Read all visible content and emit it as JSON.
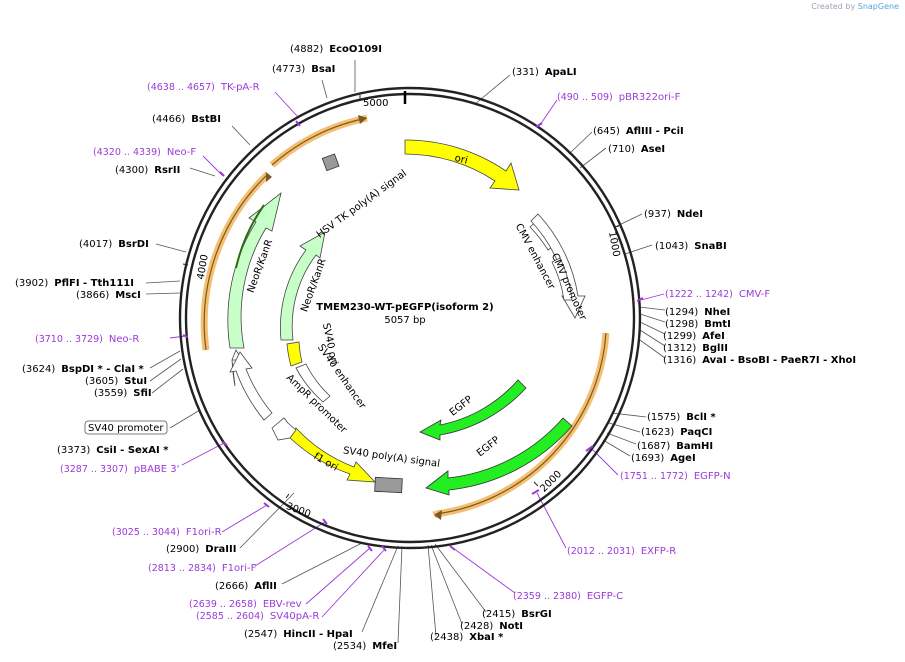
{
  "credit": {
    "prefix": "Created by",
    "brand": "SnapGene"
  },
  "map": {
    "name": "TMEM230-WT-pEGFP(isoform 2)",
    "length_label": "5057 bp",
    "length": 5057,
    "ticks": [
      "1000",
      "2000",
      "3000",
      "4000",
      "5000"
    ]
  },
  "enzymes": [
    {
      "id": "e0",
      "pos": "(4882)",
      "name": "EcoO109I"
    },
    {
      "id": "e1",
      "pos": "(4773)",
      "name": "BsaI"
    },
    {
      "id": "e2",
      "pos": "(4466)",
      "name": "BstBI"
    },
    {
      "id": "e3",
      "pos": "(4300)",
      "name": "RsrII"
    },
    {
      "id": "e4",
      "pos": "(4017)",
      "name": "BsrDI"
    },
    {
      "id": "e5",
      "pos": "(3902)",
      "name": "PflFI - Tth111I"
    },
    {
      "id": "e6",
      "pos": "(3866)",
      "name": "MscI"
    },
    {
      "id": "e7",
      "pos": "(3624)",
      "name": "BspDI * - ClaI *"
    },
    {
      "id": "e8",
      "pos": "(3605)",
      "name": "StuI"
    },
    {
      "id": "e9",
      "pos": "(3559)",
      "name": "SfiI"
    },
    {
      "id": "e10",
      "pos": "(3373)",
      "name": "CsiI - SexAI *"
    },
    {
      "id": "e11",
      "pos": "(2900)",
      "name": "DraIII"
    },
    {
      "id": "e12",
      "pos": "(2666)",
      "name": "AflII"
    },
    {
      "id": "e13",
      "pos": "(2547)",
      "name": "HincII - HpaI"
    },
    {
      "id": "e14",
      "pos": "(2534)",
      "name": "MfeI"
    },
    {
      "id": "e15",
      "pos": "(2438)",
      "name": "XbaI *"
    },
    {
      "id": "e16",
      "pos": "(2428)",
      "name": "NotI"
    },
    {
      "id": "e17",
      "pos": "(2415)",
      "name": "BsrGI"
    },
    {
      "id": "e18",
      "pos": "(1693)",
      "name": "AgeI"
    },
    {
      "id": "e19",
      "pos": "(1687)",
      "name": "BamHI"
    },
    {
      "id": "e20",
      "pos": "(1623)",
      "name": "PaqCI"
    },
    {
      "id": "e21",
      "pos": "(1575)",
      "name": "BclI *"
    },
    {
      "id": "e22",
      "pos": "(1316)",
      "name": "AvaI - BsoBI - PaeR7I - XhoI"
    },
    {
      "id": "e23",
      "pos": "(1312)",
      "name": "BglII"
    },
    {
      "id": "e24",
      "pos": "(1299)",
      "name": "AfeI"
    },
    {
      "id": "e25",
      "pos": "(1298)",
      "name": "BmtI"
    },
    {
      "id": "e26",
      "pos": "(1294)",
      "name": "NheI"
    },
    {
      "id": "e27",
      "pos": "(1043)",
      "name": "SnaBI"
    },
    {
      "id": "e28",
      "pos": "(937)",
      "name": "NdeI"
    },
    {
      "id": "e29",
      "pos": "(710)",
      "name": "AseI"
    },
    {
      "id": "e30",
      "pos": "(645)",
      "name": "AflIII - PciI"
    },
    {
      "id": "e31",
      "pos": "(331)",
      "name": "ApaLI"
    }
  ],
  "primers": [
    {
      "id": "p0",
      "range": "(4638 .. 4657)",
      "name": "TK-pA-R"
    },
    {
      "id": "p1",
      "range": "(4320 .. 4339)",
      "name": "Neo-F"
    },
    {
      "id": "p2",
      "range": "(3710 .. 3729)",
      "name": "Neo-R"
    },
    {
      "id": "p3",
      "range": "(3287 .. 3307)",
      "name": "pBABE 3'"
    },
    {
      "id": "p4",
      "range": "(3025 .. 3044)",
      "name": "F1ori-R"
    },
    {
      "id": "p5",
      "range": "(2813 .. 2834)",
      "name": "F1ori-F"
    },
    {
      "id": "p6",
      "range": "(2639 .. 2658)",
      "name": "EBV-rev"
    },
    {
      "id": "p7",
      "range": "(2585 .. 2604)",
      "name": "SV40pA-R"
    },
    {
      "id": "p8",
      "range": "(2359 .. 2380)",
      "name": "EGFP-C"
    },
    {
      "id": "p9",
      "range": "(2012 .. 2031)",
      "name": "EXFP-R"
    },
    {
      "id": "p10",
      "range": "(1751 .. 1772)",
      "name": "EGFP-N"
    },
    {
      "id": "p11",
      "range": "(1222 .. 1242)",
      "name": "CMV-F"
    },
    {
      "id": "p12",
      "range": "(490 .. 509)",
      "name": "pBR322ori-F"
    }
  ],
  "boxed_feature": "SV40 promoter",
  "features": {
    "ori": "ori",
    "cmv_enhancer": "CMV enhancer",
    "cmv_promoter": "CMV promoter",
    "egfp_outer": "EGFP",
    "egfp_inner": "EGFP",
    "sv40_polya": "SV40 poly(A) signal",
    "f1_ori": "f1 ori",
    "ampr_promoter": "AmpR promoter",
    "sv40_enhancer": "SV40 enhancer",
    "sv40_ori": "SV40 ori",
    "neor_outer": "NeoR/KanR",
    "neor_inner": "NeoR/KanR",
    "hsv_tk_polya": "HSV TK poly(A) signal"
  },
  "colors": {
    "backbone": "#222222",
    "primer": "#9b3ad8",
    "ori": "#ffff00",
    "egfp": "#22ee22",
    "neo": "#c8ffc8",
    "promoter": "#ffffff",
    "polya": "#999999",
    "orf_highlight": "#f3b459"
  }
}
